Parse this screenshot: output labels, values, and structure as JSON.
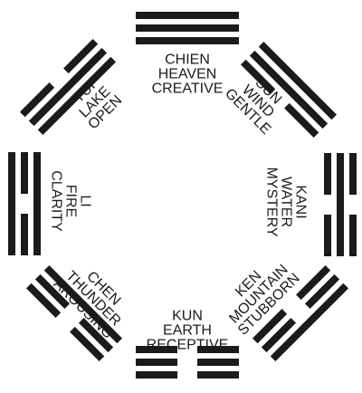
{
  "diagram": {
    "ink_color": "#1b1b1b",
    "background": "#ffffff",
    "trigrams": [
      {
        "id": "chien",
        "name": "CHIEN",
        "element": "HEAVEN",
        "quality": "CREATIVE",
        "lines": [
          "solid",
          "solid",
          "solid"
        ]
      },
      {
        "id": "sun",
        "name": "SUN",
        "element": "WIND",
        "quality": "GENTLE",
        "lines": [
          "solid",
          "solid",
          "broken"
        ]
      },
      {
        "id": "kan",
        "name": "KANI",
        "element": "WATER",
        "quality": "MYSTERY",
        "lines": [
          "broken",
          "solid",
          "broken"
        ]
      },
      {
        "id": "ken",
        "name": "KEN",
        "element": "MOUNTAIN",
        "quality": "STUBBORN",
        "lines": [
          "solid",
          "broken",
          "broken"
        ]
      },
      {
        "id": "kun",
        "name": "KUN",
        "element": "EARTH",
        "quality": "RECEPTIVE",
        "lines": [
          "broken",
          "broken",
          "broken"
        ]
      },
      {
        "id": "chen",
        "name": "CHEN",
        "element": "THUNDER",
        "quality": "AROUSING",
        "lines": [
          "broken",
          "broken",
          "solid"
        ]
      },
      {
        "id": "li",
        "name": "LI",
        "element": "FIRE",
        "quality": "CLARITY",
        "lines": [
          "solid",
          "broken",
          "solid"
        ]
      },
      {
        "id": "tui",
        "name": "TUI",
        "element": "LAKE",
        "quality": "OPEN",
        "lines": [
          "broken",
          "solid",
          "solid"
        ]
      }
    ]
  }
}
